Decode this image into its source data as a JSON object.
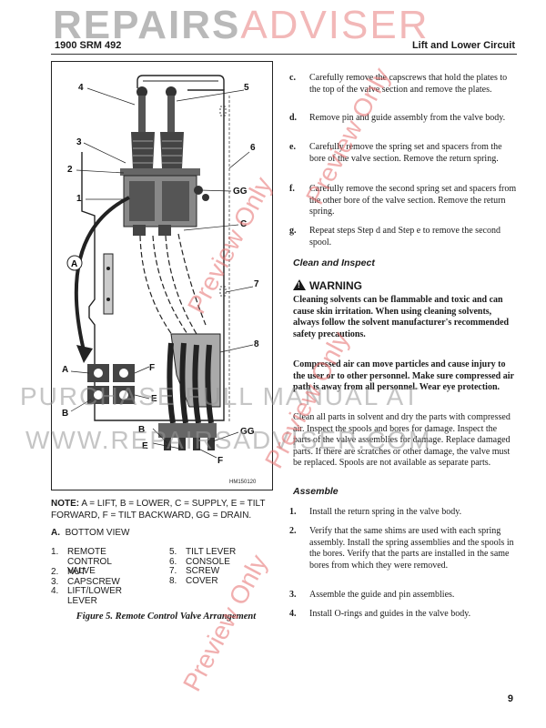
{
  "watermark_logo": {
    "part1": "REPAIRS",
    "part2": "ADVISER"
  },
  "header": {
    "left": "1900 SRM 492",
    "right": "Lift and Lower Circuit"
  },
  "figure": {
    "callouts": {
      "n1": "1",
      "n2": "2",
      "n3": "3",
      "n4": "4",
      "n5": "5",
      "n6": "6",
      "n7": "7",
      "n8": "8",
      "gg_top": "GG",
      "c_top": "C",
      "a_circle": "A",
      "a_left": "A",
      "b_left": "B",
      "f_right": "F",
      "e_right": "E",
      "b_bot": "B",
      "e_bot": "E",
      "f_bot": "F",
      "gg_bot": "GG"
    },
    "drawing_id": "HM150120"
  },
  "note": {
    "label": "NOTE:",
    "text": "A = LIFT, B = LOWER, C = SUPPLY, E = TILT FORWARD, F = TILT BACKWARD, GG = DRAIN."
  },
  "view": {
    "letter": "A.",
    "text": "BOTTOM VIEW"
  },
  "legend_left": [
    {
      "num": "1.",
      "lines": [
        "REMOTE",
        "CONTROL VALVE"
      ]
    },
    {
      "num": "2.",
      "lines": [
        "NUT"
      ]
    },
    {
      "num": "3.",
      "lines": [
        "CAPSCREW"
      ]
    },
    {
      "num": "4.",
      "lines": [
        "LIFT/LOWER",
        "LEVER"
      ]
    }
  ],
  "legend_right": [
    {
      "num": "5.",
      "lines": [
        "TILT LEVER"
      ]
    },
    {
      "num": "6.",
      "lines": [
        "CONSOLE"
      ]
    },
    {
      "num": "7.",
      "lines": [
        "SCREW"
      ]
    },
    {
      "num": "8.",
      "lines": [
        "COVER"
      ]
    }
  ],
  "caption": "Figure 5. Remote Control Valve Arrangement",
  "steps_top": [
    {
      "letter": "c.",
      "text": "Carefully remove the capscrews that hold the plates to the top of the valve section and remove the plates."
    },
    {
      "letter": "d.",
      "text": "Remove pin and guide assembly from the valve body."
    },
    {
      "letter": "e.",
      "text": "Carefully remove the spring set and spacers from the bore of the valve section. Remove the return spring."
    },
    {
      "letter": "f.",
      "text": "Carefully remove the second spring set and spacers from the other bore of the valve section. Remove the return spring."
    },
    {
      "letter": "g.",
      "text": "Repeat steps Step d and Step e to remove the second spool."
    }
  ],
  "clean_heading": "Clean and Inspect",
  "warning": {
    "title": "WARNING",
    "p1": "Cleaning solvents can be flammable and toxic and can cause skin irritation. When using cleaning solvents, always follow the solvent manufacturer's recommended safety precautions.",
    "p2": "Compressed air can move particles and cause injury to the user or to other personnel. Make sure compressed air path is away from all personnel. Wear eye protection."
  },
  "clean_text": "Clean all parts in solvent and dry the parts with compressed air. Inspect the spools and bores for damage. Inspect the parts of the valve assemblies for damage. Replace damaged parts. If there are scratches or other damage, the valve must be replaced. Spools are not available as separate parts.",
  "assemble_heading": "Assemble",
  "assemble_steps": [
    {
      "num": "1.",
      "text": "Install the return spring in the valve body."
    },
    {
      "num": "2.",
      "text": "Verify that the same shims are used with each spring assembly. Install the spring assemblies and the spools in the bores. Verify that the parts are installed in the same bores from which they were removed."
    },
    {
      "num": "3.",
      "text": "Assemble the guide and pin assemblies."
    },
    {
      "num": "4.",
      "text": "Install O-rings and guides in the valve body."
    }
  ],
  "overlay": {
    "line1": "PURCHASE FULL MANUAL AT",
    "line2": "WWW.REPAIRSADVISER.COM",
    "preview": "Preview Only"
  },
  "page_number": "9"
}
